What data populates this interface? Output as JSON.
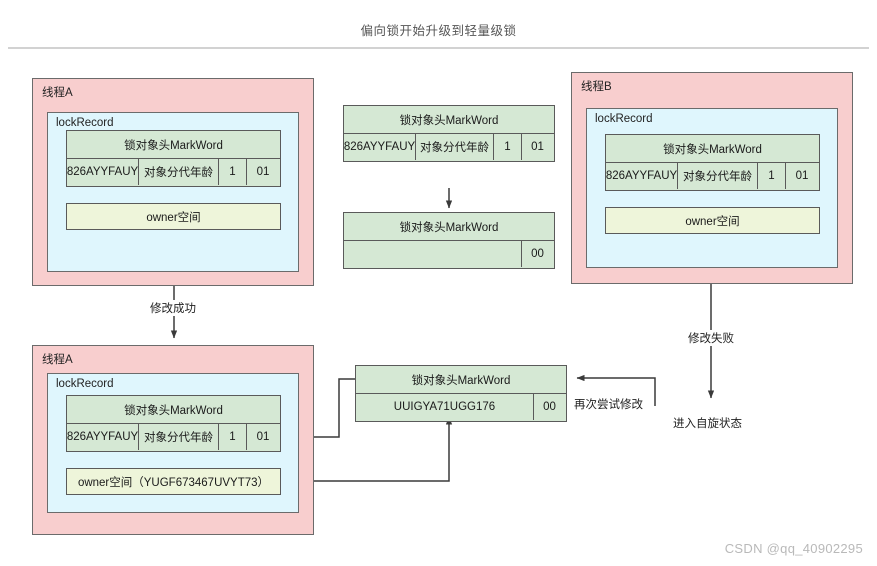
{
  "page": {
    "title": "偏向锁开始升级到轻量级锁",
    "watermark": "CSDN @qq_40902295"
  },
  "colors": {
    "thread_fill": "#f8cece",
    "lockrecord_fill": "#dff6fd",
    "markword_fill": "#d5e8d4",
    "owner_fill": "#eef5da",
    "stroke": "#5a5a5a",
    "divider": "#d2d2d2",
    "watermark": "#b9b9b9"
  },
  "labels": {
    "markword_header": "锁对象头MarkWord",
    "lockrecord": "lockRecord",
    "thread_a": "线程A",
    "thread_b": "线程B"
  },
  "diagram": {
    "thread_a_top": {
      "thread_label": "线程A",
      "lockrecord_label": "lockRecord",
      "markword": {
        "header": "锁对象头MarkWord",
        "cells": [
          "826AYYFAUY",
          "对象分代年龄",
          "1",
          "01"
        ]
      },
      "owner": "owner空间"
    },
    "thread_b": {
      "thread_label": "线程B",
      "lockrecord_label": "lockRecord",
      "markword": {
        "header": "锁对象头MarkWord",
        "cells": [
          "826AYYFAUY",
          "对象分代年龄",
          "1",
          "01"
        ]
      },
      "owner": "owner空间"
    },
    "object_header_before": {
      "header": "锁对象头MarkWord",
      "cells": [
        "826AYYFAUY",
        "对象分代年龄",
        "1",
        "01"
      ]
    },
    "object_header_after": {
      "header": "锁对象头MarkWord",
      "cells": [
        "",
        "00"
      ]
    },
    "thread_a_bottom": {
      "thread_label": "线程A",
      "lockrecord_label": "lockRecord",
      "markword": {
        "header": "锁对象头MarkWord",
        "cells": [
          "826AYYFAUY",
          "对象分代年龄",
          "1",
          "01"
        ]
      },
      "owner": "owner空间（YUGF673467UVYT73）"
    },
    "object_header_locked": {
      "header": "锁对象头MarkWord",
      "cells": [
        "UUIGYA71UGG176",
        "00"
      ]
    },
    "edges": {
      "modify_success": "修改成功",
      "modify_failed": "修改失败",
      "enter_spin": "进入自旋状态",
      "retry_modify": "再次尝试修改"
    }
  }
}
